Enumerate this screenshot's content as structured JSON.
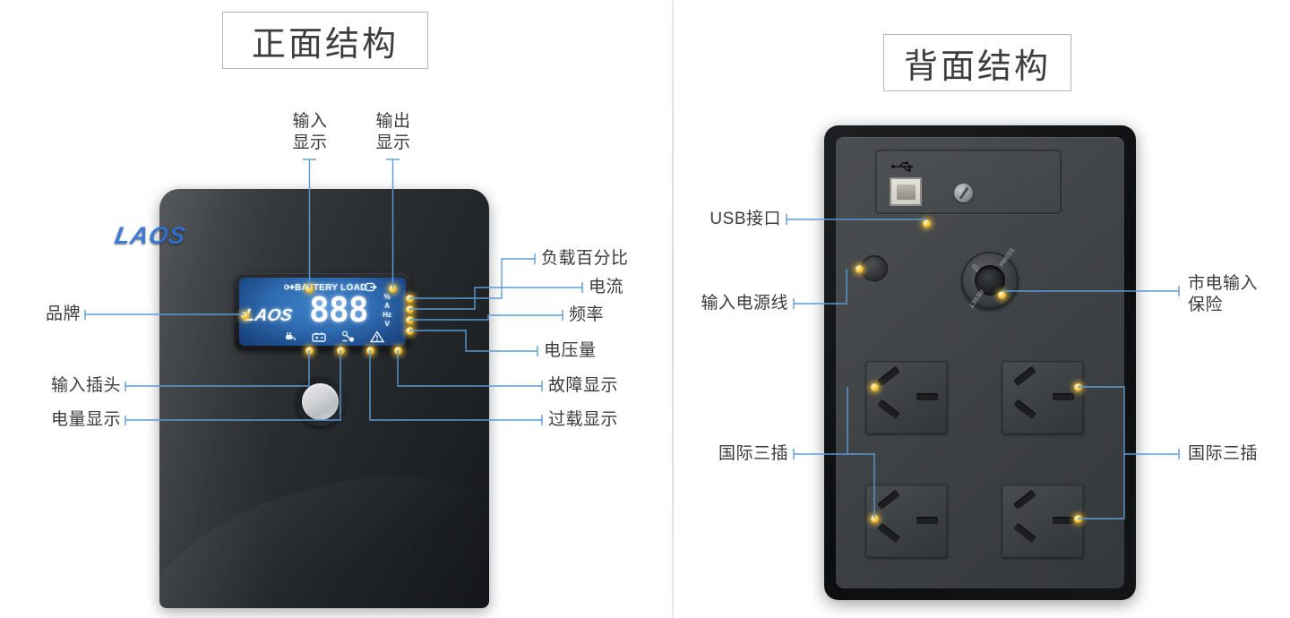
{
  "page": {
    "accent_line_color": "#5b9bd5",
    "text_color": "#3b3b3b",
    "background": "#ffffff"
  },
  "front_section": {
    "title": "正面结构",
    "device": {
      "brand_logo": "LAOS",
      "power_button": "power-button"
    },
    "lcd": {
      "brand": "LAOS",
      "header_text": "BATTERY LOAD",
      "digits": "888",
      "units": [
        "%",
        "A",
        "Hz",
        "V"
      ],
      "bottom_icons": [
        "plug-icon",
        "battery-icon",
        "overload-icon",
        "warning-icon"
      ],
      "arrows": [
        "input-arrow-icon",
        "output-arrow-icon"
      ]
    },
    "callouts_top": [
      {
        "label": "输入\n显示"
      },
      {
        "label": "输出\n显示"
      }
    ],
    "callouts_left": [
      {
        "label": "品牌"
      },
      {
        "label": "输入插头"
      },
      {
        "label": "电量显示"
      }
    ],
    "callouts_right": [
      {
        "label": "负载百分比"
      },
      {
        "label": "电流"
      },
      {
        "label": "频率"
      },
      {
        "label": "电压量"
      },
      {
        "label": "故障显示"
      },
      {
        "label": "过载显示"
      }
    ]
  },
  "back_section": {
    "title": "背面结构",
    "device": {
      "usb_icon": "usb-icon",
      "usb_port": "usb-b-port",
      "screw": "screw-icon",
      "fuse_text": [
        "PRESS",
        "TO",
        "RESET"
      ],
      "sockets": [
        "socket-top-left",
        "socket-top-right",
        "socket-bottom-left",
        "socket-bottom-right"
      ]
    },
    "callouts_left": [
      {
        "label": "USB接口"
      },
      {
        "label": "输入电源线"
      },
      {
        "label": "国际三插"
      }
    ],
    "callouts_right": [
      {
        "label": "市电输入\n保险"
      },
      {
        "label": "国际三插"
      }
    ]
  }
}
